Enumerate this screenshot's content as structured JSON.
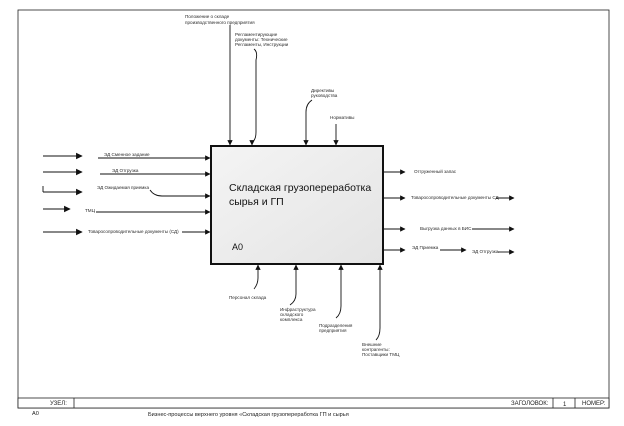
{
  "activity": {
    "title_line1": "Складская грузопереработка",
    "title_line2": "сырья и ГП",
    "node_id": "А0"
  },
  "controls": [
    {
      "line1": "Положение о складе",
      "line2": "производственного предприятия"
    },
    {
      "line1": "Регламентирующие",
      "line2": "документы: Технические",
      "line3": "Регламенты, Инструкции"
    },
    {
      "line1": "Директивы",
      "line2": "руководства"
    },
    {
      "line1": "Нормативы"
    }
  ],
  "inputs": [
    "ЭД Сменное задание",
    "ЭД Отгрузка",
    "ЭД Ожидаемая приемка",
    "ТМЦ",
    "Товаросопроводительные документы (СД)"
  ],
  "outputs": [
    "Отгруженный запас",
    "Товаросопроводительные документы СД",
    "Выгрузка данных в БИС",
    "ЭД Приемка",
    "ЭД Отгрузка"
  ],
  "mechanisms": [
    {
      "line1": "Персонал склада"
    },
    {
      "line1": "Инфраструктура",
      "line2": "складского",
      "line3": "комплекса"
    },
    {
      "line1": "Подразделения",
      "line2": "предприятия"
    },
    {
      "line1": "Внешние",
      "line2": "контрагенты:",
      "line3": "Поставщики ТМЦ"
    }
  ],
  "footer": {
    "node_label": "УЗЕЛ:",
    "title_label": "ЗАГОЛОВОК:",
    "page_number": "1",
    "number_label": "НОМЕР:",
    "node_value": "А0",
    "diagram_title": "Бизнес-процессы верхнего уровня «Складская грузопереработка ГП и сырья"
  }
}
